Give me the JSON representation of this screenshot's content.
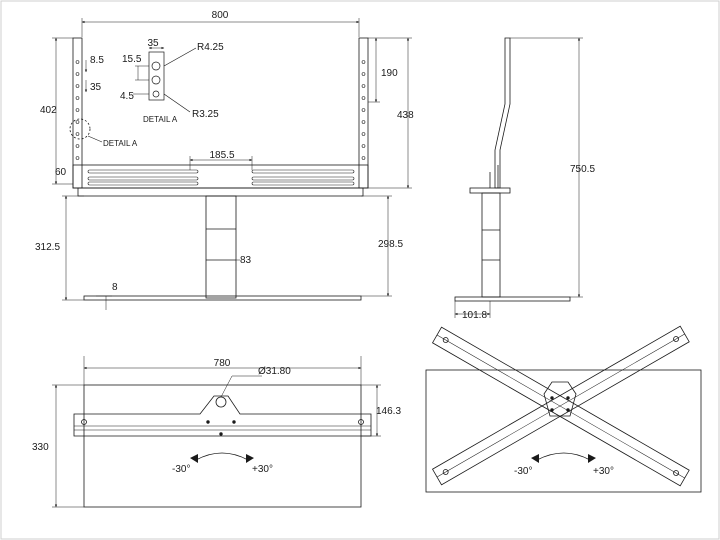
{
  "front_view": {
    "width": "800",
    "detail_slot_width": "35",
    "detail_radius_top": "R4.25",
    "detail_pitch": "15.5",
    "detail_offset": "4.5",
    "detail_radius_bottom": "R3.25",
    "detail_label_small": "DETAIL A",
    "detail_label_callout": "DETAIL A",
    "top_offset": "8.5",
    "side_inset": "35",
    "rail_height": "402",
    "bracket_height": "190",
    "frame_height": "438",
    "bottom_offset": "60",
    "hole_spacing": "185.5",
    "column_height": "298.5",
    "total_height": "312.5",
    "column_width": "83",
    "base_thickness": "8"
  },
  "side_view": {
    "overall_height": "750.5",
    "base_depth": "101.8"
  },
  "top_view": {
    "base_width": "780",
    "pivot_diameter": "Ø31.80",
    "arm_offset": "146.3",
    "base_depth": "330",
    "rotate_left": "-30°",
    "rotate_right": "+30°"
  },
  "rotated_view": {
    "rotate_left": "-30°",
    "rotate_right": "+30°"
  }
}
